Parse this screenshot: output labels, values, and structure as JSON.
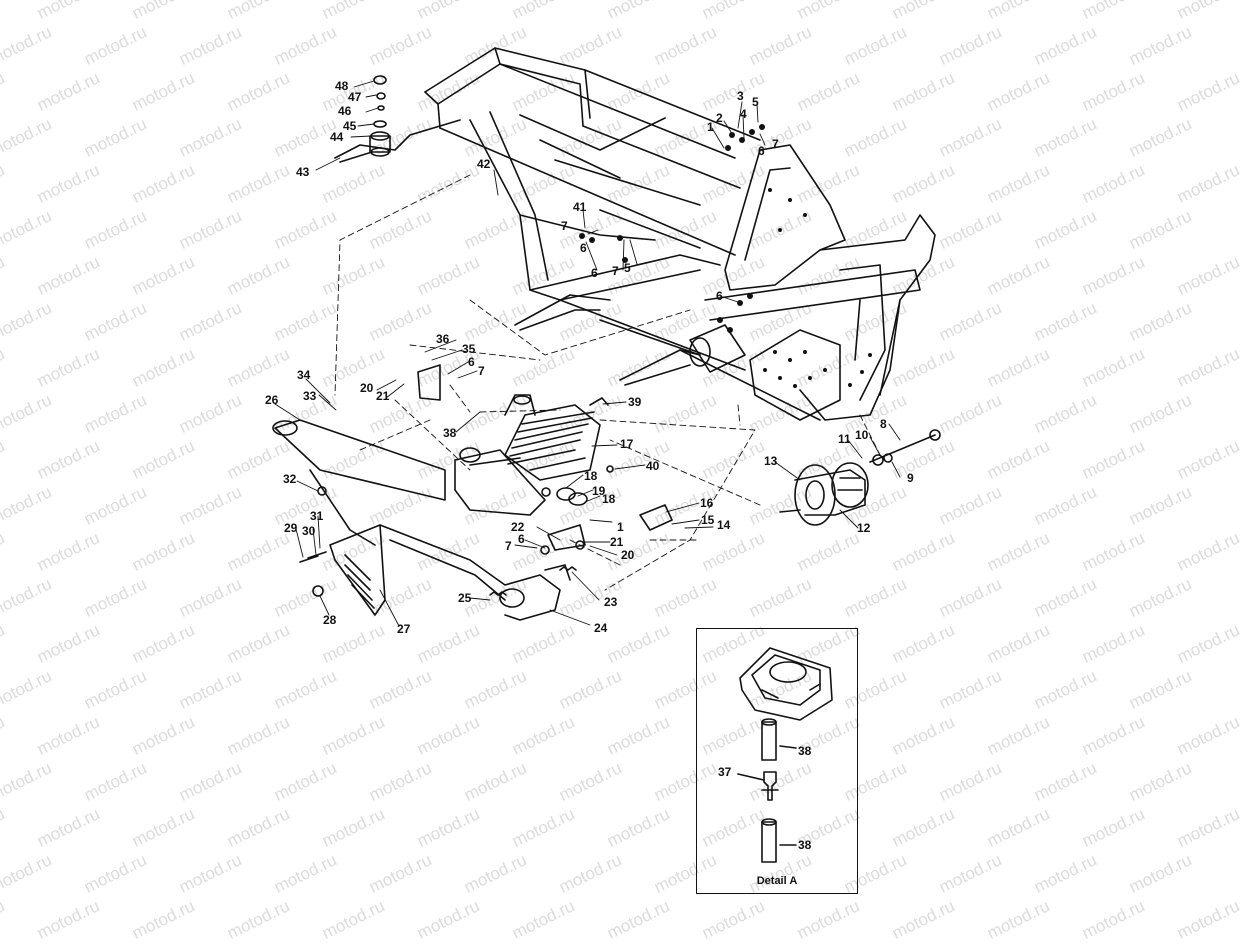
{
  "watermark": {
    "text": "motod.ru"
  },
  "detail": {
    "caption": "Detail A"
  },
  "callouts": [
    {
      "id": "c48",
      "label": "48"
    },
    {
      "id": "c47",
      "label": "47"
    },
    {
      "id": "c46",
      "label": "46"
    },
    {
      "id": "c45",
      "label": "45"
    },
    {
      "id": "c44",
      "label": "44"
    },
    {
      "id": "c43",
      "label": "43"
    },
    {
      "id": "c42",
      "label": "42"
    },
    {
      "id": "c41",
      "label": "41"
    },
    {
      "id": "c7a",
      "label": "7"
    },
    {
      "id": "c6a",
      "label": "6"
    },
    {
      "id": "c7b",
      "label": "7"
    },
    {
      "id": "c5a",
      "label": "5"
    },
    {
      "id": "c6b",
      "label": "6"
    },
    {
      "id": "c3",
      "label": "3"
    },
    {
      "id": "c2",
      "label": "2"
    },
    {
      "id": "c4",
      "label": "4"
    },
    {
      "id": "c1a",
      "label": "1"
    },
    {
      "id": "c5b",
      "label": "5"
    },
    {
      "id": "c6c",
      "label": "6"
    },
    {
      "id": "c7c",
      "label": "7"
    },
    {
      "id": "c6d",
      "label": "6"
    },
    {
      "id": "c36",
      "label": "36"
    },
    {
      "id": "c35",
      "label": "35"
    },
    {
      "id": "c6e",
      "label": "6"
    },
    {
      "id": "c7d",
      "label": "7"
    },
    {
      "id": "c20a",
      "label": "20"
    },
    {
      "id": "c21a",
      "label": "21"
    },
    {
      "id": "c34",
      "label": "34"
    },
    {
      "id": "c33",
      "label": "33"
    },
    {
      "id": "c26",
      "label": "26"
    },
    {
      "id": "c38a",
      "label": "38"
    },
    {
      "id": "c39",
      "label": "39"
    },
    {
      "id": "c17",
      "label": "17"
    },
    {
      "id": "c40",
      "label": "40"
    },
    {
      "id": "c32",
      "label": "32"
    },
    {
      "id": "c18a",
      "label": "18"
    },
    {
      "id": "c19",
      "label": "19"
    },
    {
      "id": "c18b",
      "label": "18"
    },
    {
      "id": "c16",
      "label": "16"
    },
    {
      "id": "c15",
      "label": "15"
    },
    {
      "id": "c14",
      "label": "14"
    },
    {
      "id": "c1b",
      "label": "1"
    },
    {
      "id": "c22",
      "label": "22"
    },
    {
      "id": "c6f",
      "label": "6"
    },
    {
      "id": "c7e",
      "label": "7"
    },
    {
      "id": "c21b",
      "label": "21"
    },
    {
      "id": "c20b",
      "label": "20"
    },
    {
      "id": "c31",
      "label": "31"
    },
    {
      "id": "c29",
      "label": "29"
    },
    {
      "id": "c30",
      "label": "30"
    },
    {
      "id": "c28",
      "label": "28"
    },
    {
      "id": "c27",
      "label": "27"
    },
    {
      "id": "c25",
      "label": "25"
    },
    {
      "id": "c23",
      "label": "23"
    },
    {
      "id": "c24",
      "label": "24"
    },
    {
      "id": "c13",
      "label": "13"
    },
    {
      "id": "c12",
      "label": "12"
    },
    {
      "id": "c11",
      "label": "11"
    },
    {
      "id": "c10",
      "label": "10"
    },
    {
      "id": "c9",
      "label": "9"
    },
    {
      "id": "c8",
      "label": "8"
    },
    {
      "id": "c38b",
      "label": "38"
    },
    {
      "id": "c37",
      "label": "37"
    },
    {
      "id": "c38c",
      "label": "38"
    }
  ]
}
